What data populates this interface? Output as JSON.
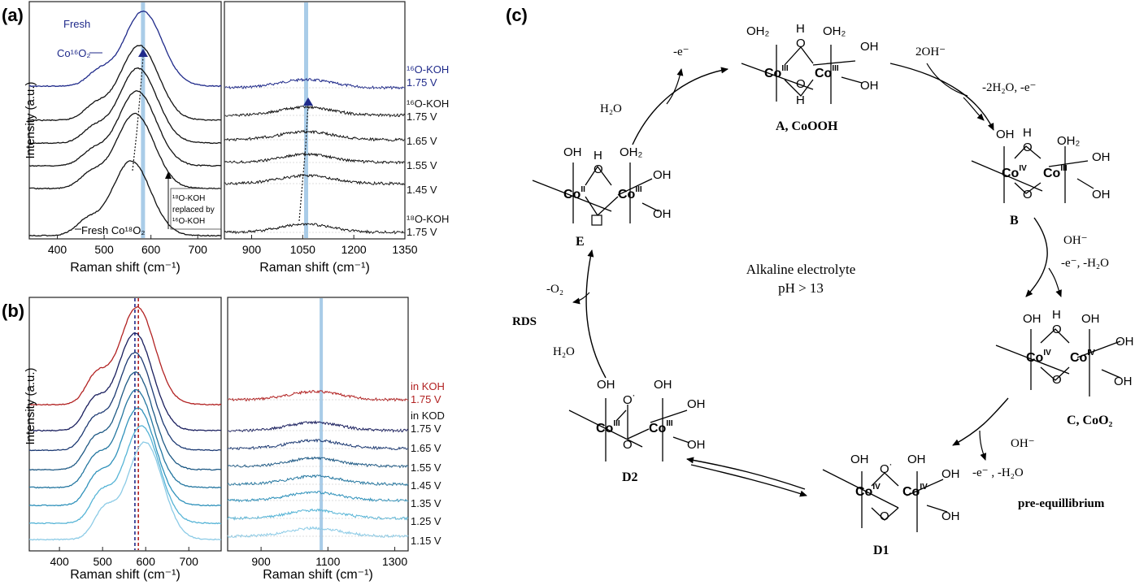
{
  "panels": {
    "a": "(a)",
    "b": "(b)",
    "c": "(c)"
  },
  "chart_data": [
    {
      "type": "line",
      "panel": "a",
      "xlabel": "Raman shift (cm⁻¹)",
      "ylabel": "Intensity (a.u.)",
      "left": {
        "xlim": [
          340,
          750
        ],
        "xticks": [
          "400",
          "500",
          "600",
          "700"
        ],
        "xtick_values": [
          400,
          500,
          600,
          700
        ],
        "peak_line": 583,
        "series": [
          {
            "name": "Fresh Co¹⁶O₂",
            "peak": 583,
            "color": "#1f2a8a"
          },
          {
            "name": "¹⁶O-KOH 1.75 V",
            "peak": 575,
            "color": "#111111"
          },
          {
            "name": "1.65 V",
            "peak": 572,
            "color": "#111111"
          },
          {
            "name": "1.55 V",
            "peak": 570,
            "color": "#111111"
          },
          {
            "name": "1.45 V",
            "peak": 566,
            "color": "#111111"
          },
          {
            "name": "Fresh Co¹⁸O₂",
            "peak": 558,
            "color": "#111111"
          }
        ],
        "annotations": {
          "fresh16_line1": "Fresh",
          "fresh16_line2": "Co¹⁶O₂",
          "fresh18": "Fresh Co¹⁸O₂",
          "box_line1": "¹⁸O-KOH",
          "box_line2": "replaced by",
          "box_line3": "¹⁶O-KOH"
        }
      },
      "right": {
        "xlim": [
          820,
          1350
        ],
        "xticks": [
          "900",
          "1050",
          "1200",
          "1350"
        ],
        "xtick_values": [
          900,
          1050,
          1200,
          1350
        ],
        "peak_line": 1060,
        "labels": [
          {
            "line1": "¹⁶O-KOH",
            "line2": "1.75 V",
            "color": "#1f2a8a"
          },
          {
            "line1": "¹⁶O-KOH",
            "line2": "1.75 V",
            "color": "#111111"
          },
          {
            "line1": "",
            "line2": "1.65 V",
            "color": "#111111"
          },
          {
            "line1": "",
            "line2": "1.55 V",
            "color": "#111111"
          },
          {
            "line1": "",
            "line2": "1.45 V",
            "color": "#111111"
          },
          {
            "line1": "¹⁸O-KOH",
            "line2": "1.75 V",
            "color": "#111111"
          }
        ]
      }
    },
    {
      "type": "line",
      "panel": "b",
      "xlabel": "Raman shift (cm⁻¹)",
      "ylabel": "Intensity (a.u.)",
      "left": {
        "xlim": [
          330,
          775
        ],
        "xticks": [
          "400",
          "500",
          "600",
          "700"
        ],
        "xtick_values": [
          400,
          500,
          600,
          700
        ],
        "dashed_lines": [
          {
            "x": 575,
            "color": "#1f2a8a"
          },
          {
            "x": 583,
            "color": "#b22222"
          }
        ],
        "series": [
          {
            "name": "in KOH 1.75 V",
            "peak": 580,
            "color": "#b22222"
          },
          {
            "name": "in KOD 1.75 V",
            "peak": 575,
            "color": "#1a1f5e"
          },
          {
            "name": "1.65 V",
            "peak": 575,
            "color": "#1d3a73"
          },
          {
            "name": "1.55 V",
            "peak": 576,
            "color": "#1f5a85"
          },
          {
            "name": "1.45 V",
            "peak": 578,
            "color": "#2577a0"
          },
          {
            "name": "1.35 V",
            "peak": 582,
            "color": "#3092bb"
          },
          {
            "name": "1.25 V",
            "peak": 590,
            "color": "#56b4d6"
          },
          {
            "name": "1.15 V",
            "peak": 598,
            "color": "#8ccbe6"
          }
        ]
      },
      "right": {
        "xlim": [
          800,
          1340
        ],
        "xticks": [
          "900",
          "1100",
          "1300"
        ],
        "xtick_values": [
          900,
          1100,
          1300
        ],
        "peak_line": 1080,
        "labels": [
          {
            "line1": "in KOH",
            "line2": "1.75 V",
            "color": "#b22222"
          },
          {
            "line1": "in KOD",
            "line2": "1.75 V",
            "color": "#111111"
          },
          {
            "line1": "",
            "line2": "1.65 V",
            "color": "#111111"
          },
          {
            "line1": "",
            "line2": "1.55 V",
            "color": "#111111"
          },
          {
            "line1": "",
            "line2": "1.45 V",
            "color": "#111111"
          },
          {
            "line1": "",
            "line2": "1.35 V",
            "color": "#111111"
          },
          {
            "line1": "",
            "line2": "1.25 V",
            "color": "#111111"
          },
          {
            "line1": "",
            "line2": "1.15 V",
            "color": "#111111"
          }
        ]
      }
    }
  ],
  "scheme": {
    "center_line1": "Alkaline electrolyte",
    "center_line2": "pH > 13",
    "species": {
      "A": "A, CoOOH",
      "B": "B",
      "C": "C, CoO₂",
      "D1": "D1",
      "D2": "D2",
      "E": "E"
    },
    "steps": {
      "A_to_B_in": "2OH⁻",
      "A_to_B_out": "-2H₂O, -e⁻",
      "B_to_C_in": "OH⁻",
      "B_to_C_out": "-e⁻, -H₂O",
      "C_to_D1_in": "OH⁻",
      "C_to_D1_out": "-e⁻ , -H₂O",
      "pre_eq": "pre-equillibrium",
      "D2_to_E_in": "H₂O",
      "D2_to_E_out": "-O₂",
      "rds": "RDS",
      "E_to_A_in": "H₂O",
      "E_to_A_out": "-e⁻"
    },
    "atoms": {
      "OH": "OH",
      "OH2": "OH₂",
      "O": "O",
      "H": "H",
      "Co": "Co",
      "ox2": "II",
      "ox3": "III",
      "ox4": "IV",
      "radical": "O˙"
    }
  }
}
